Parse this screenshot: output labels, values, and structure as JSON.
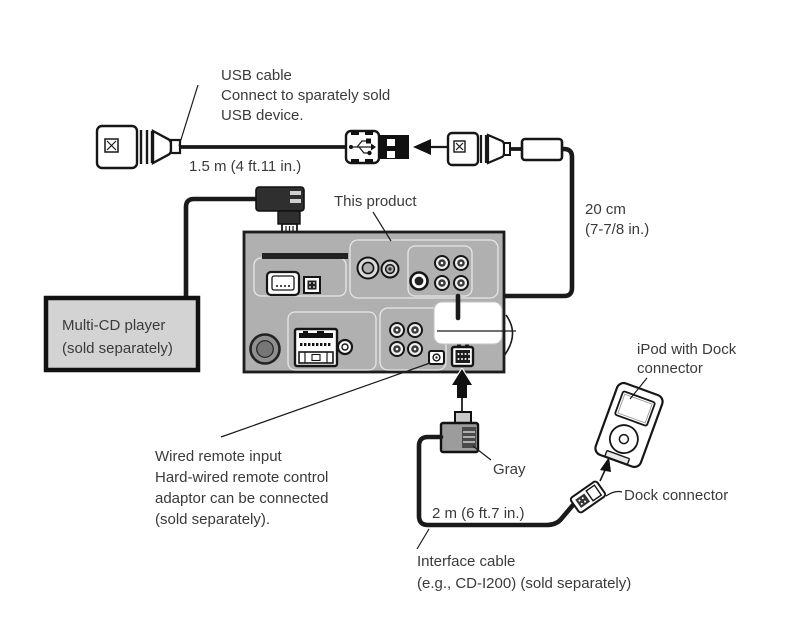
{
  "diagram": {
    "bg": "#ffffff",
    "line_color": "#1a1a1a",
    "text_color": "#3a3a3a",
    "unit_fill": "#b0b0b0",
    "box_fill": "#d3d3d3",
    "connector_gray": "#9c9c9c"
  },
  "labels": {
    "usb_cable": {
      "line1": "USB cable",
      "line2": "Connect to sparately sold",
      "line3": "USB device."
    },
    "usb_length": "1.5 m (4 ft.11 in.)",
    "this_product": "This product",
    "pigtail_length": {
      "line1": "20 cm",
      "line2": "(7-7/8 in.)"
    },
    "multi_cd": {
      "line1": "Multi-CD player",
      "line2": "(sold separately)"
    },
    "ipod": {
      "line1": "iPod with Dock",
      "line2": "connector"
    },
    "wired_remote": {
      "line1": "Wired remote input",
      "line2": "Hard-wired remote control",
      "line3": "adaptor can be connected",
      "line4": "(sold separately)."
    },
    "gray_label": "Gray",
    "interface_length": "2 m (6 ft.7 in.)",
    "dock_connector": "Dock connector",
    "interface_cable": {
      "line1": "Interface cable",
      "line2": "(e.g., CD-I200) (sold separately)"
    }
  }
}
